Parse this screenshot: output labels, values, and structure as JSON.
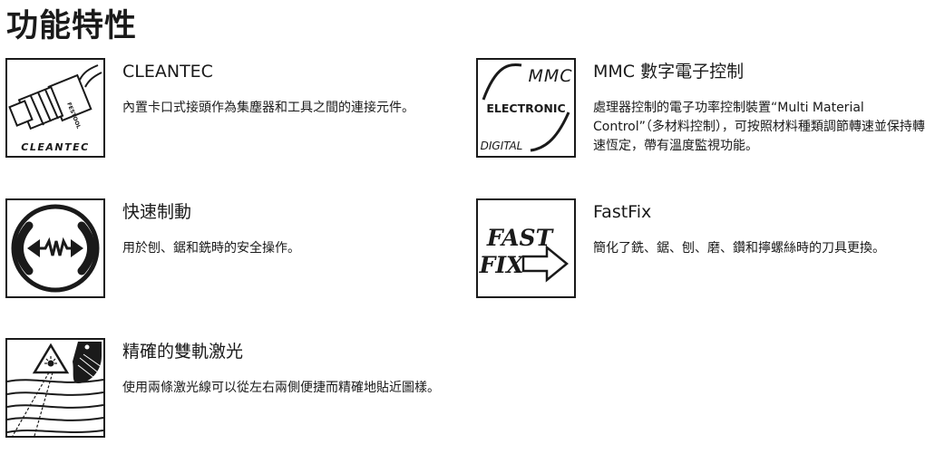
{
  "page": {
    "title": "功能特性"
  },
  "features": [
    {
      "title": "CLEANTEC",
      "desc": "內置卡口式接頭作為集塵器和工具之間的連接元件。",
      "icon": "cleantec-connector-icon",
      "icon_label": "CLEANTEC"
    },
    {
      "title": "MMC 數字電子控制",
      "desc": "處理器控制的電子功率控制裝置“Multi Material Control”（多材料控制），可按照材料種類調節轉速並保持轉速恆定，帶有溫度監視功能。",
      "icon": "mmc-electronic-icon",
      "icon_label_top": "MMC",
      "icon_label_mid": "ELECTRONIC",
      "icon_label_bot": "DIGITAL"
    },
    {
      "title": "快速制動",
      "desc": "用於刨、鋸和銑時的安全操作。",
      "icon": "quick-brake-icon"
    },
    {
      "title": "FastFix",
      "desc": "簡化了銑、鋸、刨、磨、鑽和擰螺絲時的刀具更換。",
      "icon": "fastfix-icon",
      "icon_label_top": "FAST",
      "icon_label_bot": "FIX"
    },
    {
      "title": "精確的雙軌激光",
      "desc": "使用兩條激光線可以從左右兩側便捷而精確地貼近圖樣。",
      "icon": "dual-laser-icon"
    }
  ]
}
